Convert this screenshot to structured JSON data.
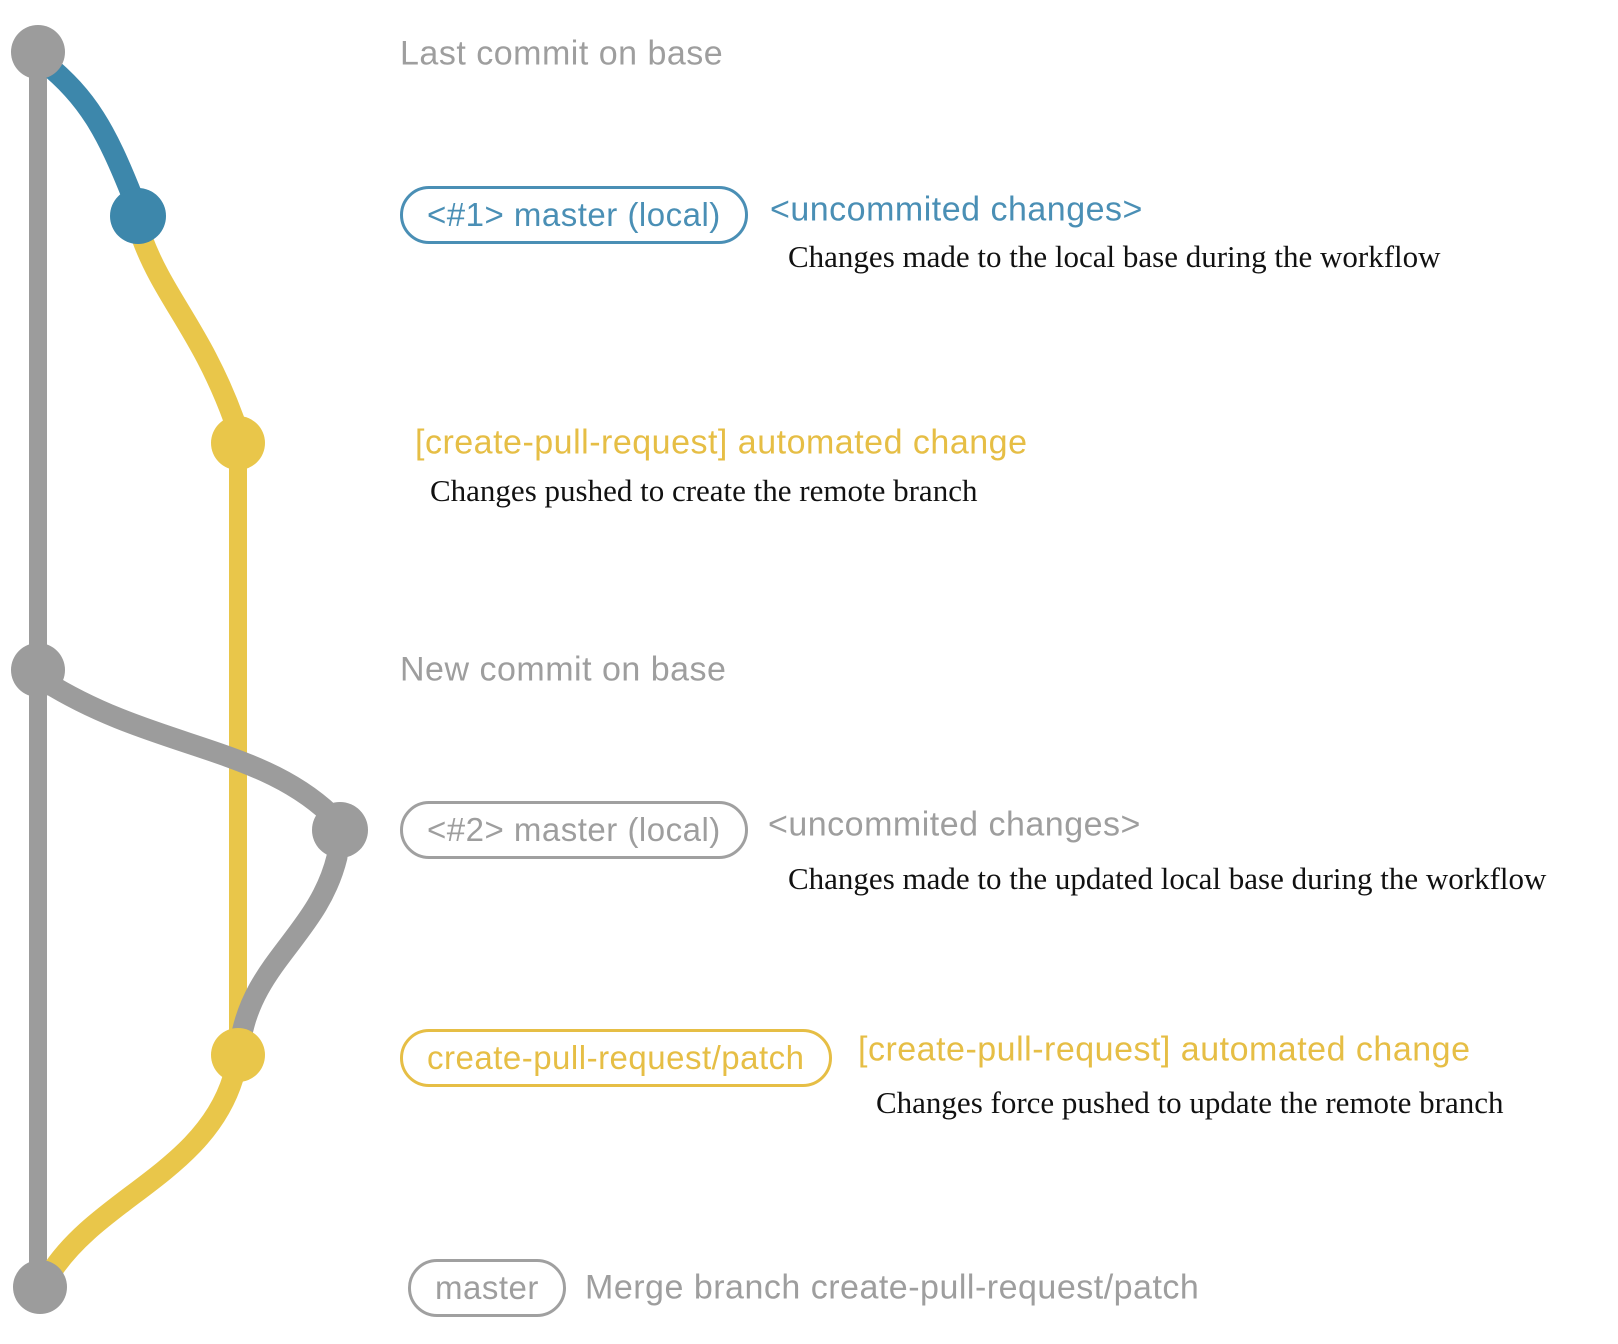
{
  "colors": {
    "gray": "#9c9c9c",
    "blue": "#3d87ab",
    "yellow": "#e9c64a",
    "blue_text": "#4a8fb5",
    "yellow_text": "#e6be45",
    "gray_text": "#9e9e9e",
    "desc_text": "#111111"
  },
  "annotations": {
    "last_commit_label": "Last commit on base",
    "new_commit_label": "New commit on base",
    "row1": {
      "pill": "<#1> master (local)",
      "label": "<uncommited changes>",
      "desc": "Changes made to the local base during the workflow"
    },
    "row2": {
      "label": "[create-pull-request] automated change",
      "desc": "Changes pushed to create the remote branch"
    },
    "row4": {
      "pill": "<#2> master (local)",
      "label": "<uncommited changes>",
      "desc": "Changes made to the updated local base during the workflow"
    },
    "row5": {
      "pill": "create-pull-request/patch",
      "label": "[create-pull-request] automated change",
      "desc": "Changes force pushed to update the remote branch"
    },
    "row6": {
      "pill": "master",
      "label": "Merge branch create-pull-request/patch"
    }
  },
  "graph": {
    "branches": [
      {
        "name": "base",
        "color_key": "gray"
      },
      {
        "name": "master (local) #1",
        "color_key": "blue"
      },
      {
        "name": "create-pull-request/patch",
        "color_key": "yellow"
      },
      {
        "name": "master (local) #2",
        "color_key": "gray"
      }
    ],
    "commits": [
      {
        "id": "last-commit-on-base",
        "branch": "base"
      },
      {
        "id": "uncommited-changes-1",
        "branch": "master (local) #1"
      },
      {
        "id": "automated-change-1",
        "branch": "create-pull-request/patch"
      },
      {
        "id": "new-commit-on-base",
        "branch": "base"
      },
      {
        "id": "uncommited-changes-2",
        "branch": "master (local) #2"
      },
      {
        "id": "automated-change-2-force-push",
        "branch": "create-pull-request/patch"
      },
      {
        "id": "merge-branch-create-pull-request-patch",
        "branch": "base"
      }
    ]
  }
}
